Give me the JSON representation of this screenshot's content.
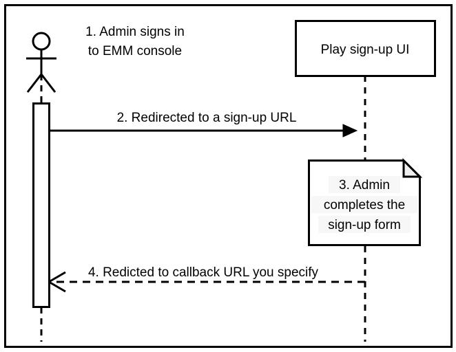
{
  "diagram": {
    "type": "uml-sequence-diagram",
    "title": "",
    "border_color": "#000000",
    "background_color": "#ffffff",
    "line_color": "#000000",
    "note_fill_color": "#ffffff",
    "note_fold_color": "#f2f2f2",
    "text_highlight_color": "#f7f7f7"
  },
  "actor": {
    "name": "actor-stick-figure",
    "label": "",
    "lifeline": "dashed"
  },
  "participants": [
    {
      "id": "play-signup-ui",
      "label": "Play sign-up UI",
      "shape": "rectangle",
      "lifeline": "dashed"
    }
  ],
  "steps": [
    {
      "number": "1",
      "label_lines": [
        "1. Admin signs in",
        "to EMM console"
      ],
      "kind": "annotation"
    },
    {
      "number": "2",
      "label": "2. Redirected to a sign-up URL",
      "kind": "message",
      "style": "solid",
      "arrowhead": "filled",
      "direction": "left-to-right"
    },
    {
      "number": "3",
      "label_lines": [
        "3. Admin",
        "completes the",
        "sign-up form"
      ],
      "kind": "note"
    },
    {
      "number": "4",
      "label": "4. Redicted to callback URL you specify",
      "kind": "message",
      "style": "dashed",
      "arrowhead": "open",
      "direction": "right-to-left"
    }
  ],
  "labels": {
    "step1_line1": "1. Admin signs in",
    "step1_line2": "to EMM console",
    "step2": "2. Redirected to a sign-up URL",
    "step3_line1": "3. Admin",
    "step3_line2": "completes the",
    "step3_line3": "sign-up form",
    "step4": "4. Redicted to callback URL you specify",
    "participant1": "Play sign-up UI"
  }
}
